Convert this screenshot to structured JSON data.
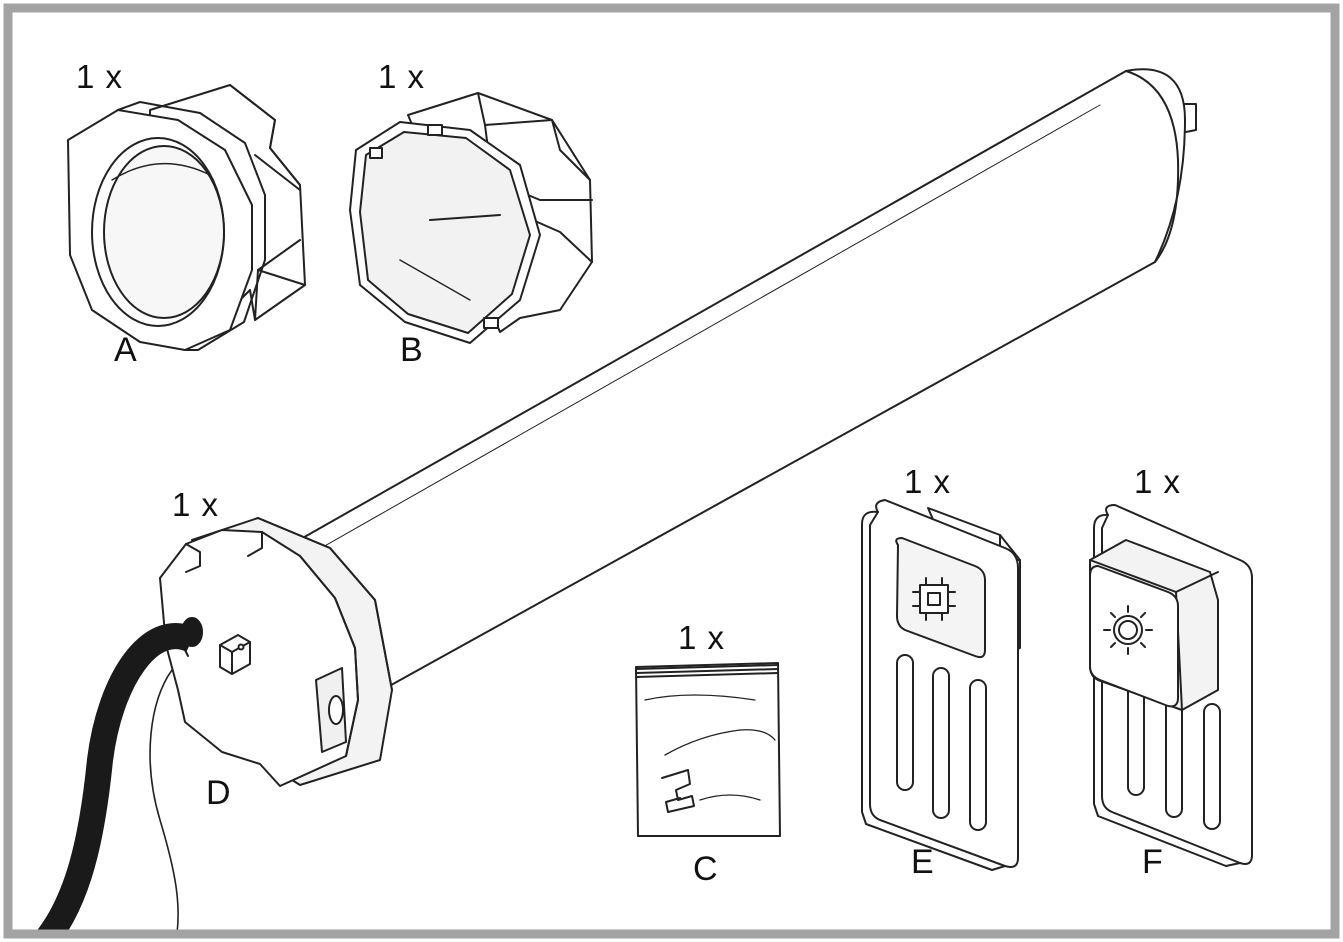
{
  "colors": {
    "frame": "#a3a3a3",
    "line": "#222222",
    "cable": "#1a1a1a",
    "fill": "#ffffff",
    "shade": "#efefef"
  },
  "parts": {
    "A": {
      "letter": "A",
      "quantity": "1 x",
      "icon": "octagonal-adapter-ring-icon"
    },
    "B": {
      "letter": "B",
      "quantity": "1 x",
      "icon": "octagonal-drive-adapter-icon"
    },
    "C": {
      "letter": "C",
      "quantity": "1 x",
      "icon": "clip-bag-icon"
    },
    "D": {
      "letter": "D",
      "quantity": "1 x",
      "icon": "tubular-motor-icon"
    },
    "E": {
      "letter": "E",
      "quantity": "1 x",
      "icon": "square-bracket-plate-icon"
    },
    "F": {
      "letter": "F",
      "quantity": "1 x",
      "icon": "round-bracket-plate-icon"
    }
  }
}
